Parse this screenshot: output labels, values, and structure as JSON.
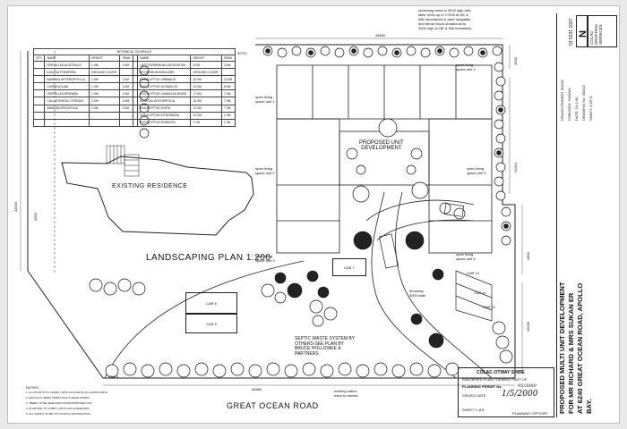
{
  "schedule": {
    "title": "BOTANICAL SCHEDULE",
    "headers": [
      "QTY",
      "NAME",
      "HEIGHT",
      "SPAN",
      "",
      "NAME",
      "HEIGHT",
      "SPAN"
    ],
    "rows": [
      [
        "",
        "GREVILLEA AUSTRALIS",
        "1.0M",
        "1.0M",
        "",
        "LEPTOSPERMUM LAEVIGATUM",
        "5.0M",
        "3.5M"
      ],
      [
        "",
        "KUNZEA POMIFERA",
        "GROUND COVER",
        "",
        "",
        "MYOPORUM INSULARE",
        "GROUND COVER",
        ""
      ],
      [
        "",
        "BANKSIA HETEROPHYLLA",
        "1.5M",
        "1.0M",
        "",
        "EUCALYPTUS VIMINALIS",
        "20.0M",
        "10.0M"
      ],
      [
        "",
        "CORREA ALBA",
        "1.0M",
        "1.5M",
        "",
        "EUCALYPTUS GLOBULUS",
        "22.0M",
        "8.0M"
      ],
      [
        "",
        "GREVILLEA BROWNII",
        "1.0M",
        "1.0M",
        "",
        "EUCALYPTUS CAMALDULENSIS",
        "17.0M",
        "7.0M"
      ],
      [
        "",
        "CALLISTEMON CITRINUS",
        "2.0M",
        "1.5M",
        "",
        "BANKSIA INTEGRIFOLIA",
        "15.0M",
        "7.0M"
      ],
      [
        "",
        "BANKSIA ERICIFOLIA",
        "2.0M",
        "2.0M",
        "",
        "EUCALYPTUS OVATA",
        "12.0M",
        "7.0M"
      ],
      [
        "",
        "",
        "",
        "",
        "",
        "EUCALYPTUS KITSONIANA",
        "12.0M",
        "1.0M"
      ],
      [
        "",
        "",
        "",
        "",
        "",
        "EUCALYPTUS ROBUSTA",
        "3.7M",
        "1.0M"
      ]
    ]
  },
  "plan": {
    "existing_residence": "EXISTING RESIDENCE",
    "proposed_unit": "PROPOSED UNIT\nDEVELOPMENT",
    "landscaping_plan": "LANDSCAPING PLAN 1:200",
    "road": "GREAT OCEAN ROAD",
    "septic": "SEPTIC WASTE SYSTEM BY\nOTHERS-SEE PLAN BY\nBRUCE HOLLIDAKE &\nPARTNERS",
    "screening_note": "screening trees to 3000 high with\ntaller trees up to 17000 at NE &\nNW boundaries & add't staglarks\nand dense block shadeouts to\n2000 high to NE & NW fencelines",
    "native_trees_note": "existing native\ntrees to remain",
    "driveway": "driveway\n3000 wide",
    "open_space_1": "open living\nspace unit 1",
    "open_space_2": "open living\nspace unit 2",
    "open_space_3": "open living\nspace unit 3",
    "open_space_4": "open living\nspace unit 4",
    "open_space_5": "open living\nspace unit 5",
    "open_space_6": "open living\nspace unit 6",
    "cars": [
      "CAR 6",
      "CAR 5",
      "CAR 7",
      "CAR 10",
      "CAR 11",
      "CAR 12"
    ]
  },
  "dimensions": {
    "top": "28830",
    "left": "43550",
    "left_side": "3000",
    "right_top": "3000",
    "right_mid": "24410",
    "right_lower": "1800",
    "right_bottom": "16020",
    "bottom_left": "33010",
    "bottom_road": "36580",
    "top_left": "90°01'"
  },
  "title_block": {
    "company": "COLAC\nDRAFTING\nSERVICES",
    "phone": "03 5231 1037",
    "drawn": "DRAWN:ROBERT SHAW",
    "checked": "CHECKED: SHAWN",
    "date": "DATE: 16-1-00",
    "drawing_no": "DRAWING No: 00/102",
    "sheet": "SHEET: 4 OF 8",
    "project": "PROPOSED MULTI UNIT DEVELOPMENT\nFOR MR RICHARD & MRS SUKAN ER\nAT 6240 GREAT OCEAN ROAD, APOLLO\nBAY."
  },
  "stamp": {
    "council": "COLAC-OTWAY SHIRE",
    "line1": "ENDORSED PLAN FORMING PART OF",
    "permit_label": "PLANNING PERMIT No.",
    "permit_no": "95/3000",
    "date_label": "ISSUED DATE",
    "date": "1/5/2000",
    "sheet": "SHEET 1 of 8",
    "officer": "PLANNING OFFICER"
  },
  "notes": [
    "NOTES:",
    "1. ALL PLANTS TO COMPLY WITH CLAUSE 52.13 LANDSCAPING",
    "2. MULCH TO BEDS 75MM THICK & EDGE STRIPS",
    "3. TREES TO BE SELECTED FROM APPROVED LIST",
    "4. PLANTING TO COMPLY WITH CFA GUIDELINES",
    "5. ALL WORKS TO BE TO COUNCIL SATISFACTION"
  ]
}
